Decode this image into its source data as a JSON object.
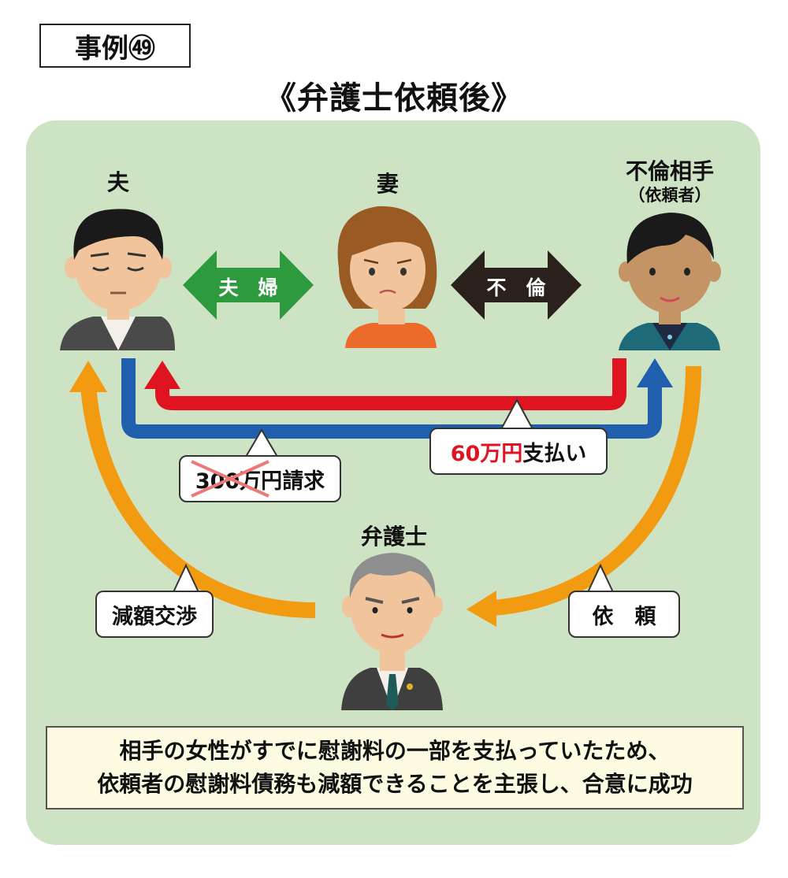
{
  "case_label": "事例㊾",
  "title": "《弁護士依頼後》",
  "people": {
    "husband": "夫",
    "wife": "妻",
    "affair_partner": "不倫相手",
    "affair_partner_sub": "（依頼者）",
    "lawyer": "弁護士"
  },
  "relations": {
    "married": "夫　婦",
    "affair": "不　倫"
  },
  "bubbles": {
    "claim_amount": "300万円",
    "claim_suffix": "請求",
    "payment_amount": "60万円",
    "payment_suffix": "支払い",
    "negotiation": "減額交渉",
    "request": "依　頼"
  },
  "footer": {
    "line1": "相手の女性がすでに慰謝料の一部を支払っていたため、",
    "line2": "依頼者の慰謝料債務も減額できることを主張し、合意に成功"
  },
  "colors": {
    "panel_bg": "#cde3c4",
    "married_arrow": "#2e9a3e",
    "affair_arrow": "#2a211d",
    "claim_line": "#1f5fae",
    "payment_line": "#e01420",
    "orange_arrow": "#f29a10",
    "accent_red": "#e01420"
  }
}
